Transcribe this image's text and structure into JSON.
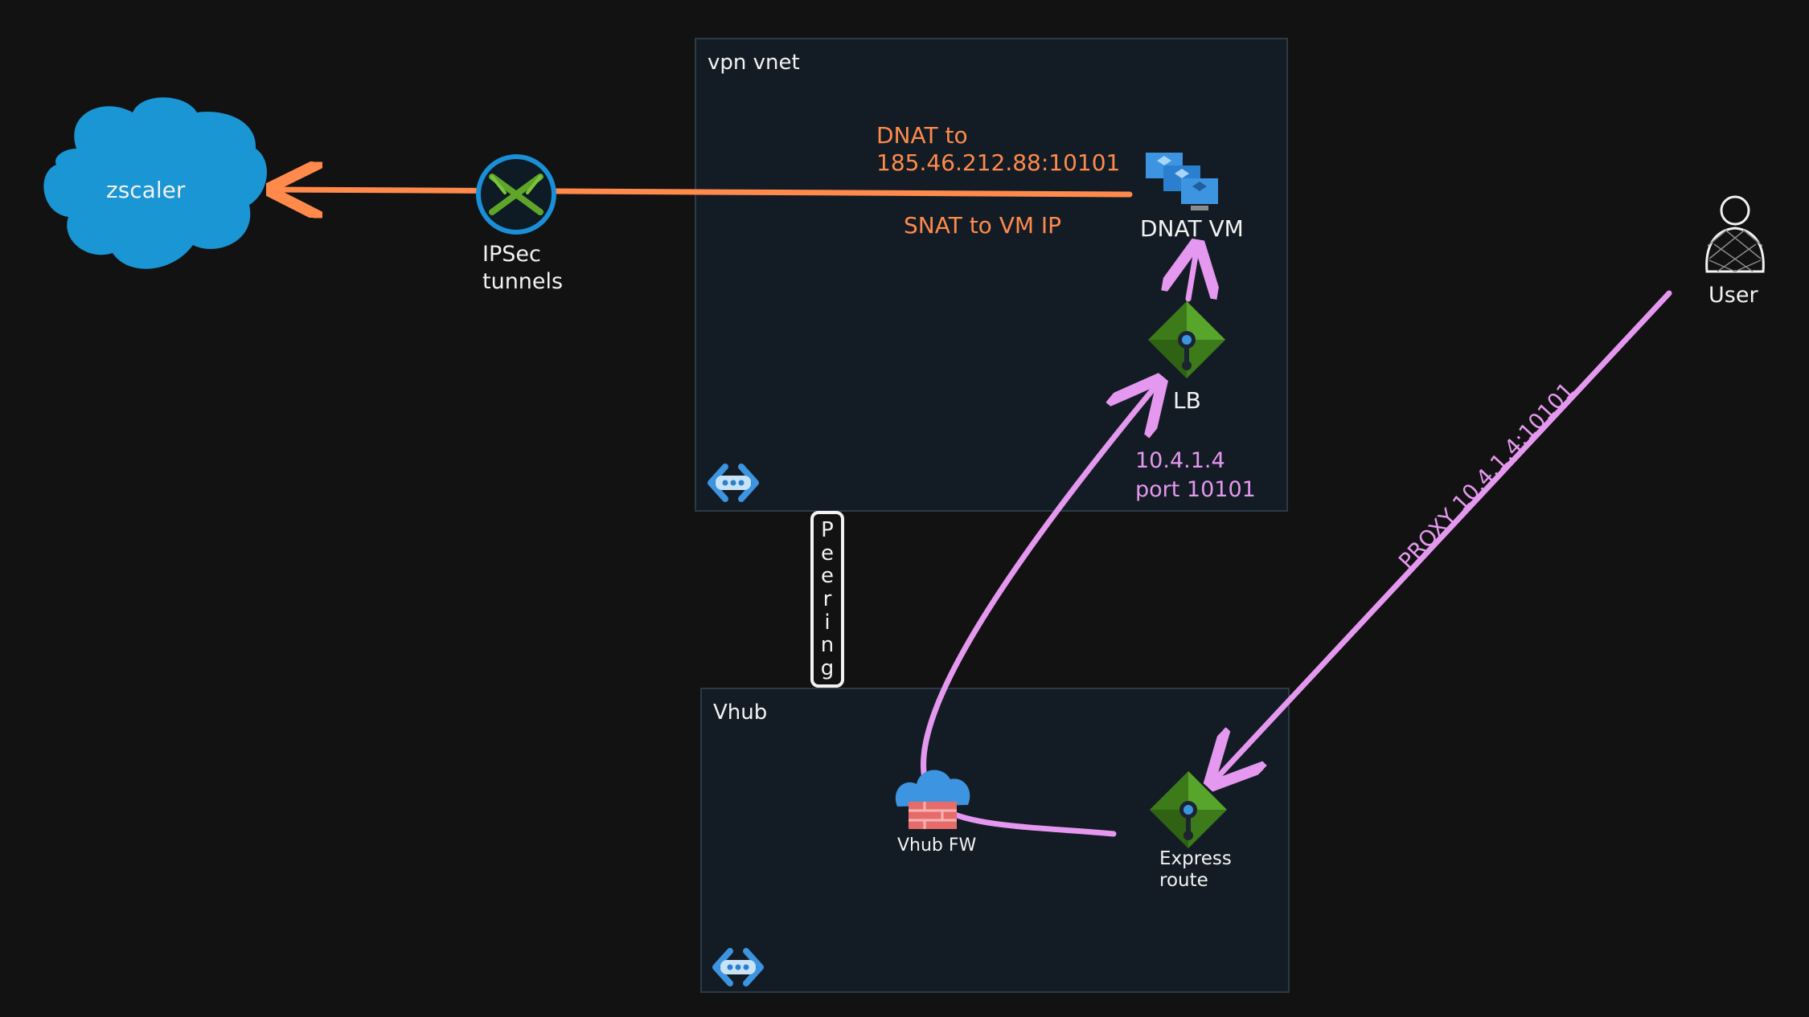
{
  "boxes": {
    "vpn_vnet": "vpn vnet",
    "vhub": "Vhub"
  },
  "nodes": {
    "cloud": "zscaler",
    "ipsec": "IPSec\ntunnels",
    "dnat_vm": "DNAT VM",
    "lb": "LB",
    "user": "User",
    "vhub_fw": "Vhub FW",
    "express_route": "Express\nroute"
  },
  "annotations": {
    "dnat": "DNAT to\n185.46.212.88:10101",
    "snat": "SNAT to VM IP",
    "lb_addr": "10.4.1.4\nport 10101",
    "proxy": "PROXY 10.4.1.4:10101"
  },
  "peering_letters": [
    "P",
    "e",
    "e",
    "r",
    "i",
    "n",
    "g"
  ],
  "colors": {
    "background": "#121212",
    "box": "#131c24",
    "orange_arrow": "#ff8a4c",
    "violet_arrow": "#e598ef",
    "cloud": "#1a96d4"
  },
  "icons": {
    "cloud": "cloud-icon",
    "ipsec": "vpn-gateway-icon",
    "dnat_vm": "virtual-machines-icon",
    "lb": "load-balancer-icon",
    "vhub_fw": "firewall-icon",
    "express_route": "expressroute-icon",
    "user": "user-icon",
    "vnet": "virtual-network-icon"
  }
}
